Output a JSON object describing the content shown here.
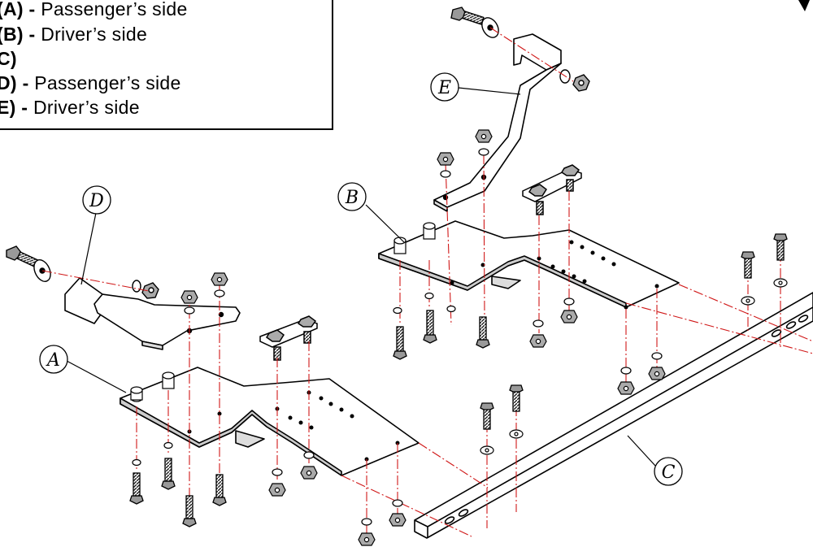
{
  "legend": {
    "items": [
      {
        "label": "(A)",
        "sep": " - ",
        "text": "Passenger’s side"
      },
      {
        "label": "(B)",
        "sep": " - ",
        "text": "Driver’s side"
      },
      {
        "label": "C)",
        "sep": "",
        "text": ""
      },
      {
        "label": "D)",
        "sep": " - ",
        "text": "Passenger’s side"
      },
      {
        "label": "E)",
        "sep": " - ",
        "text": "Driver’s side"
      }
    ]
  },
  "callouts": {
    "A": "A",
    "B": "B",
    "C": "C",
    "D": "D",
    "E": "E"
  },
  "colors": {
    "line": "#000000",
    "centerline": "#d01818",
    "hardware_fill": "#bdbdbd"
  }
}
